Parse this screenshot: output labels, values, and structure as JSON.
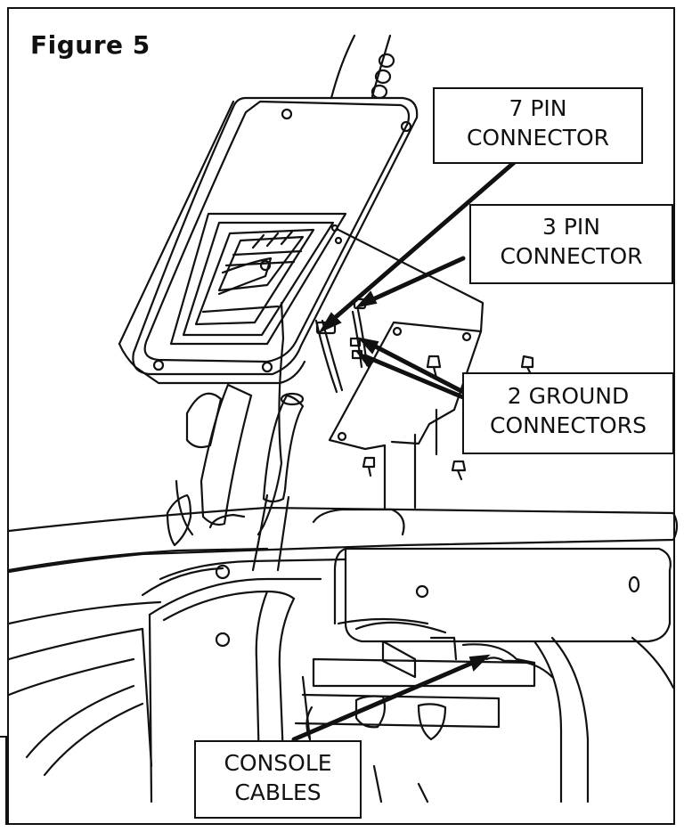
{
  "figure": {
    "title": "Figure 5",
    "callouts": {
      "seven_pin": {
        "line1": "7 PIN",
        "line2": "CONNECTOR"
      },
      "three_pin": {
        "line1": "3 PIN",
        "line2": "CONNECTOR"
      },
      "ground": {
        "line1": "2 GROUND",
        "line2": "CONNECTORS"
      },
      "console_cables": {
        "line1": "CONSOLE",
        "line2": "CABLES"
      }
    }
  },
  "colors": {
    "line": "#111111",
    "background": "#ffffff"
  }
}
